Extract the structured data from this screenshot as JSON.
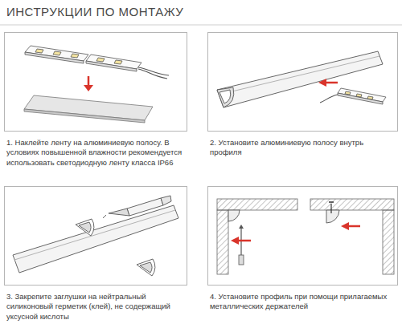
{
  "diagram": {
    "title": "ИНСТРУКЦИИ ПО МОНТАЖУ",
    "nodes": [
      {
        "text": [
          "1. Наклейте ленту на алюминиевую полосу. В условиях повышенной влажности рекомендуется использовать светодиодную ленту класса IP66"
        ]
      },
      {
        "text": [
          "2. Установите алюминиевую полосу внутрь профиля"
        ]
      },
      {
        "text": [
          "3. Закрепите заглушки на нейтральный силиконовый герметик (клей), не содержащий уксусной кислоты"
        ]
      },
      {
        "text": [
          "4. Установите профиль при помощи прилагаемых металлических держателей"
        ]
      }
    ]
  }
}
